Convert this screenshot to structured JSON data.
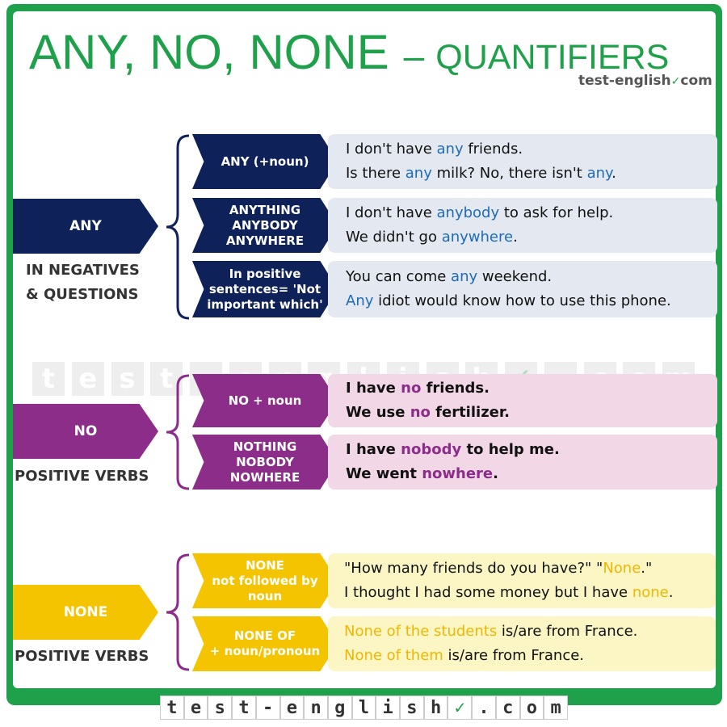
{
  "title": {
    "main": "ANY,  NO,  NONE",
    "dash": "–",
    "sub": "QUANTIFIERS"
  },
  "brand": {
    "text": "test-english",
    "suffix": "com"
  },
  "sections": {
    "any": {
      "label": "ANY",
      "usage_line1": "IN NEGATIVES",
      "usage_line2": "& QUESTIONS",
      "rows": [
        {
          "tag": "ANY (+noun)",
          "ex1": [
            "I don't have ",
            "any",
            " friends."
          ],
          "ex2": [
            "Is there ",
            "any",
            " milk? No, there isn't ",
            "any",
            "."
          ]
        },
        {
          "tag_lines": [
            "ANYTHING",
            "ANYBODY",
            "ANYWHERE"
          ],
          "ex1": [
            "I don't have ",
            "anybody",
            " to ask for help."
          ],
          "ex2": [
            "We didn't go ",
            "anywhere",
            "."
          ]
        },
        {
          "tag_lines": [
            "In positive",
            "sentences= 'Not",
            "important which'"
          ],
          "ex1": [
            "You can come ",
            "any",
            " weekend."
          ],
          "ex2": [
            "Any",
            " idiot would know how to use this phone."
          ]
        }
      ]
    },
    "no": {
      "label": "NO",
      "usage": "POSITIVE VERBS",
      "rows": [
        {
          "tag": "NO + noun",
          "ex1": [
            "I have ",
            "no",
            " friends."
          ],
          "ex2": [
            "We use ",
            "no",
            " fertilizer."
          ]
        },
        {
          "tag_lines": [
            "NOTHING",
            "NOBODY",
            "NOWHERE"
          ],
          "ex1": [
            "I have ",
            "nobody",
            " to help me."
          ],
          "ex2": [
            "We went ",
            "nowhere",
            "."
          ]
        }
      ]
    },
    "none": {
      "label": "NONE",
      "usage": "POSITIVE VERBS",
      "rows": [
        {
          "tag_lines": [
            "NONE",
            "not followed by",
            "noun"
          ],
          "ex1": [
            "\"How many friends do you have?\" \"",
            "None",
            ".\""
          ],
          "ex2": [
            "I thought I had some money but I have ",
            "none",
            "."
          ]
        },
        {
          "tag_lines": [
            "NONE OF",
            "+ noun/pronoun"
          ],
          "ex1": [
            "None of the students",
            " is/are from France."
          ],
          "ex2": [
            "None of them",
            " is/are from France."
          ]
        }
      ]
    }
  },
  "watermark": [
    "t",
    "e",
    "s",
    "t",
    "-",
    "e",
    "n",
    "g",
    "l",
    "i",
    "s",
    "h",
    "✓",
    ".",
    "c",
    "o",
    "m"
  ],
  "footer": [
    "t",
    "e",
    "s",
    "t",
    "-",
    "e",
    "n",
    "g",
    "l",
    "i",
    "s",
    "h",
    "✓",
    ".",
    "c",
    "o",
    "m"
  ],
  "colors": {
    "green": "#1fa04a",
    "navy": "#0e2259",
    "purple": "#8c2d8a",
    "yellow": "#f5c400",
    "blue_text": "#1d6bb8"
  }
}
